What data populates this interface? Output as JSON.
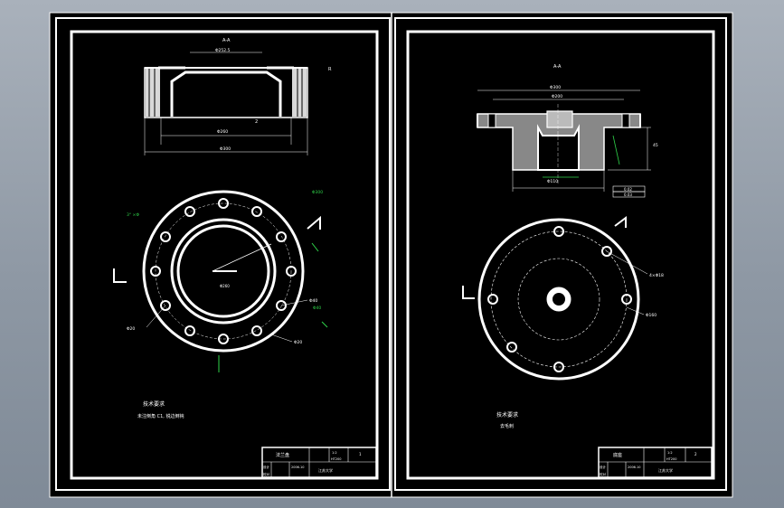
{
  "viewport": {
    "background": "#8e98a4",
    "paper": "#000000",
    "line": "#ffffff",
    "accent": "#2fd44a"
  },
  "left_sheet": {
    "section_label": "A-A",
    "top_dim": "Φ252.5",
    "bottom_dim_inner": "Φ260",
    "bottom_dim_outer": "Φ300",
    "side_label": "2",
    "note_right": "R",
    "plan_green_top": "Φ300",
    "plan_green_left": "3° ×Φ",
    "plan_green_right": "Φ40",
    "plan_label_center": "Φ260",
    "plan_label_left": "Φ20",
    "plan_label_right1": "Φ40",
    "plan_label_right2": "Φ20",
    "tech_title": "技术要求",
    "tech_line": "未注倒角 C1, 锐边倒钝",
    "title_block": {
      "name": "法兰盘",
      "scale": "1:2",
      "material": "HT200",
      "row2a": "设计",
      "row2b": "校对",
      "date": "2006.10",
      "school": "江苏大学",
      "sheet": "1"
    }
  },
  "right_sheet": {
    "section_label": "A-A",
    "top_dim": "Φ300",
    "second_dim": "Φ200",
    "bottom_dim": "Φ110",
    "height_dim": "45",
    "tol_box_1": "0.02",
    "tol_box_2": "0.03",
    "plan_label_1": "4×Φ18",
    "plan_label_2": "Φ160",
    "tech_title": "技术要求",
    "tech_line": "去毛刺",
    "title_block": {
      "name": "底座",
      "scale": "1:2",
      "material": "HT200",
      "row2a": "设计",
      "row2b": "校对",
      "date": "2006.10",
      "school": "江苏大学",
      "sheet": "2"
    }
  }
}
